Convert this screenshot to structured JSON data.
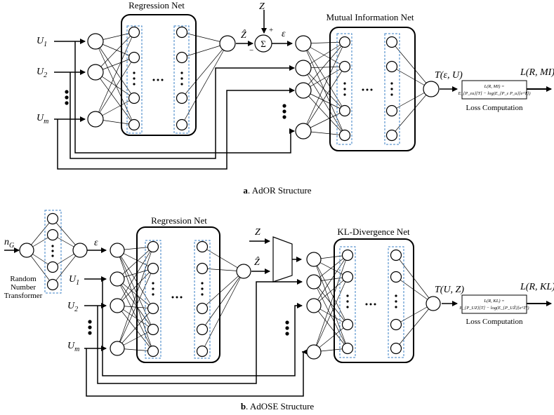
{
  "adOR": {
    "regression_title": "Regression Net",
    "mi_title": "Mutual Information Net",
    "in_u1": "U",
    "in_u1_sub": "1",
    "in_u2": "U",
    "in_u2_sub": "2",
    "in_um": "U",
    "in_um_sub": "m",
    "z_label": "Z",
    "zhat_label": "Ẑ",
    "plus": "+",
    "minus": "−",
    "sigma": "Σ",
    "eps": "ε",
    "t_label": "T(ε, U)",
    "l_label": "L(R, MI)",
    "loss_line1": "L(R, MI) =",
    "loss_line2": "E_{P_εu}[T] − log(E_{P_ε P_u}[e^T])",
    "loss_caption": "Loss Computation",
    "caption_letter": "a",
    "caption_text": ". AdOR Structure"
  },
  "adOSE": {
    "regression_title": "Regression Net",
    "kl_title": "KL-Divergence Net",
    "ng_label": "n",
    "ng_sub": "G",
    "eps": "ε",
    "rnt_line1": "Random",
    "rnt_line2": "Number",
    "rnt_line3": "Transformer",
    "in_u1": "U",
    "in_u1_sub": "1",
    "in_u2": "U",
    "in_u2_sub": "2",
    "in_um": "U",
    "in_um_sub": "m",
    "z_label": "Z",
    "zhat_label": "Ẑ",
    "t_label": "T(U, Z)",
    "l_label": "L(R, KL)",
    "loss_line1": "L(R, KL) =",
    "loss_line2": "E_{P_UZ}[T] − log(E_{P_UẐ}[e^T])",
    "loss_caption": "Loss Computation",
    "caption_letter": "b",
    "caption_text": ". AdOSE Structure"
  }
}
